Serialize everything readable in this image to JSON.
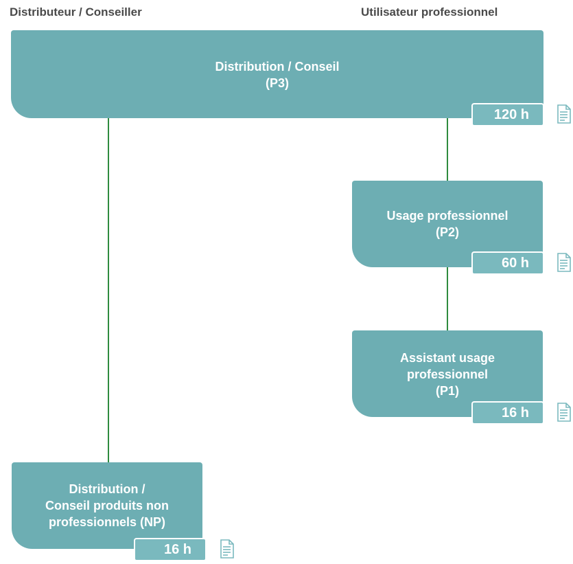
{
  "headers": {
    "left": "Distributeur / Conseiller",
    "right": "Utilisateur professionnel"
  },
  "colors": {
    "box": "#6daeb3",
    "badge": "#7ab9be",
    "connector": "#2e8b3e",
    "header_text": "#4a4a4a"
  },
  "nodes": {
    "p3": {
      "lines": [
        "Distribution / Conseil",
        "(P3)"
      ],
      "hours": "120 h",
      "icon": "document-icon"
    },
    "p2": {
      "lines": [
        "Usage professionnel",
        "(P2)"
      ],
      "hours": "60 h",
      "icon": "document-icon"
    },
    "p1": {
      "lines": [
        "Assistant usage",
        "professionnel",
        "(P1)"
      ],
      "hours": "16 h",
      "icon": "document-icon"
    },
    "np": {
      "lines": [
        "Distribution /",
        "Conseil produits non",
        "professionnels (NP)"
      ],
      "hours": "16 h",
      "icon": "document-icon"
    }
  }
}
